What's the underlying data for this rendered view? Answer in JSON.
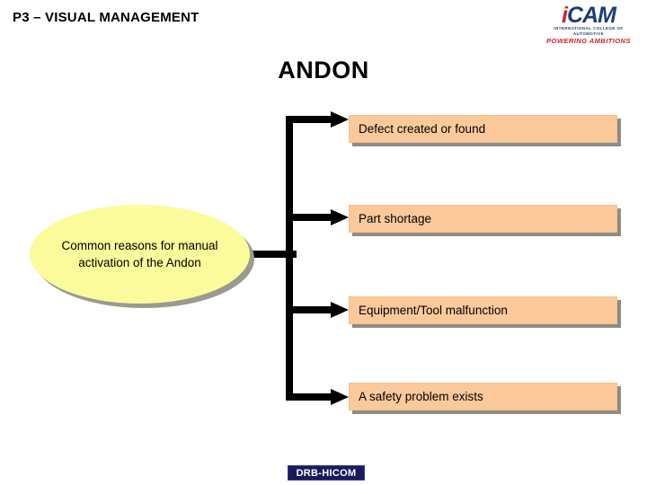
{
  "slide": {
    "title": "P3 – VISUAL MANAGEMENT",
    "heading": "ANDON"
  },
  "brand_logo": {
    "name": "icam-logo",
    "word_i": "i",
    "word_rest": "CAM",
    "subtitle_line1": "INTERNATIONAL  COLLEGE  OF",
    "subtitle_line2": "AUTOMOTIVE",
    "tagline": "POWERING AMBITIONS",
    "color_blue": "#1d3c78",
    "color_red": "#cf2027"
  },
  "diagram": {
    "source_node": {
      "label": "Common reasons for manual activation of the Andon",
      "fill": "#fbfb9b",
      "shadow": "#9a9a8f",
      "shape": "ellipse"
    },
    "boxes": [
      {
        "label": "Defect created or found",
        "fill": "#fbc99a"
      },
      {
        "label": "Part shortage",
        "fill": "#fbc99a"
      },
      {
        "label": "Equipment/Tool malfunction",
        "fill": "#fbc99a"
      },
      {
        "label": "A safety problem exists",
        "fill": "#fbc99a"
      }
    ],
    "connector_color": "#000000"
  },
  "footer": {
    "logo_text": "DRB-HICOM",
    "background": "#1a1a5e"
  }
}
